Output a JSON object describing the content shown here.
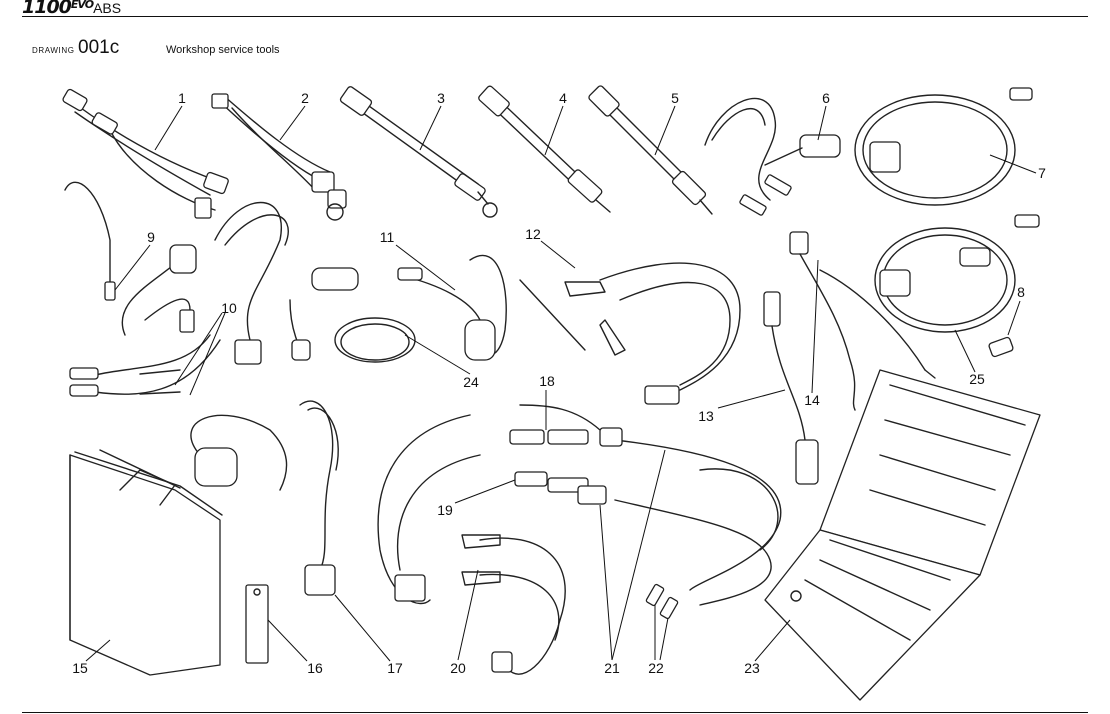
{
  "header": {
    "model": "1100",
    "model_suffix": "EVO",
    "model_variant": "ABS",
    "drawing_label": "DRAWING",
    "drawing_code": "001c",
    "drawing_title": "Workshop service tools"
  },
  "callouts": [
    "1",
    "2",
    "3",
    "4",
    "5",
    "6",
    "7",
    "8",
    "9",
    "10",
    "11",
    "12",
    "13",
    "14",
    "15",
    "16",
    "17",
    "18",
    "19",
    "20",
    "21",
    "22",
    "23",
    "24",
    "25"
  ]
}
